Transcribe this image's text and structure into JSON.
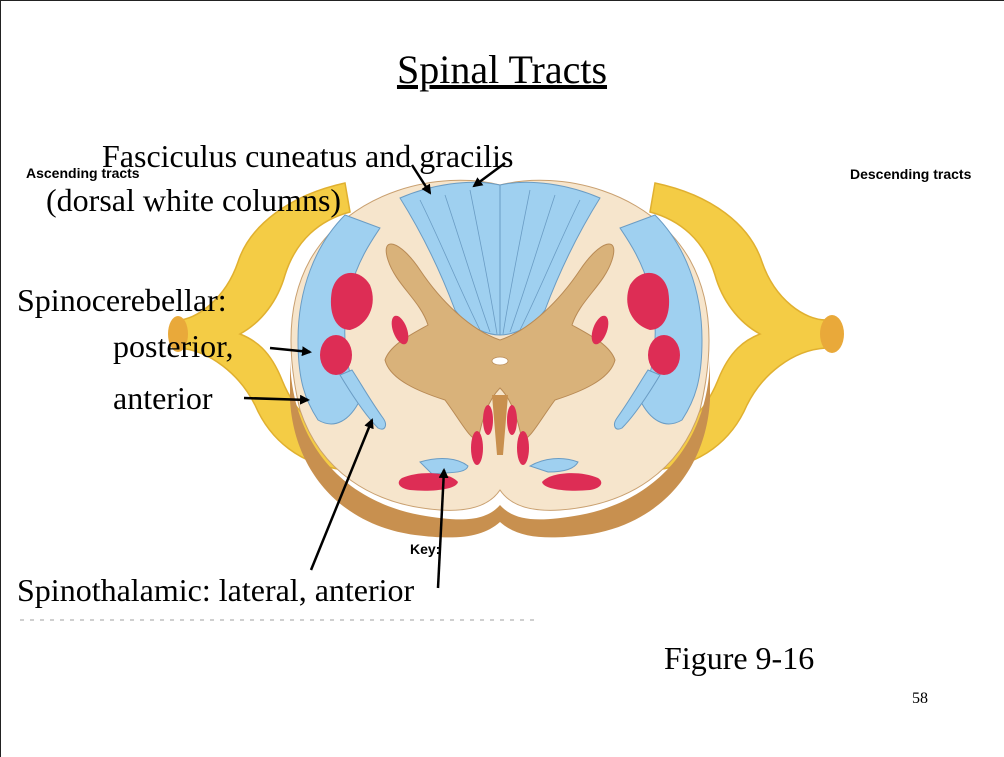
{
  "slide": {
    "title": "Spinal Tracts",
    "ascending_label": "Ascending tracts",
    "descending_label": "Descending tracts",
    "key_label": "Key:",
    "fasciculus_line1": "Fasciculus cuneatus and gracilis",
    "fasciculus_line2": "(dorsal white columns)",
    "spinocerebellar_line1": "Spinocerebellar:",
    "spinocerebellar_line2": "posterior,",
    "spinocerebellar_line3": "anterior",
    "spinothalamic": "Spinothalamic: lateral, anterior",
    "figure_ref": "Figure 9-16",
    "page_number": "58"
  },
  "colors": {
    "white_matter_blue": "#9fd0f0",
    "gray_matter_tan": "#d9b27a",
    "cross_section_cream": "#f6e5cc",
    "nerve_yellow": "#f4cc45",
    "tract_red": "#dd2d55",
    "cut_edge_brown": "#c8904f"
  }
}
